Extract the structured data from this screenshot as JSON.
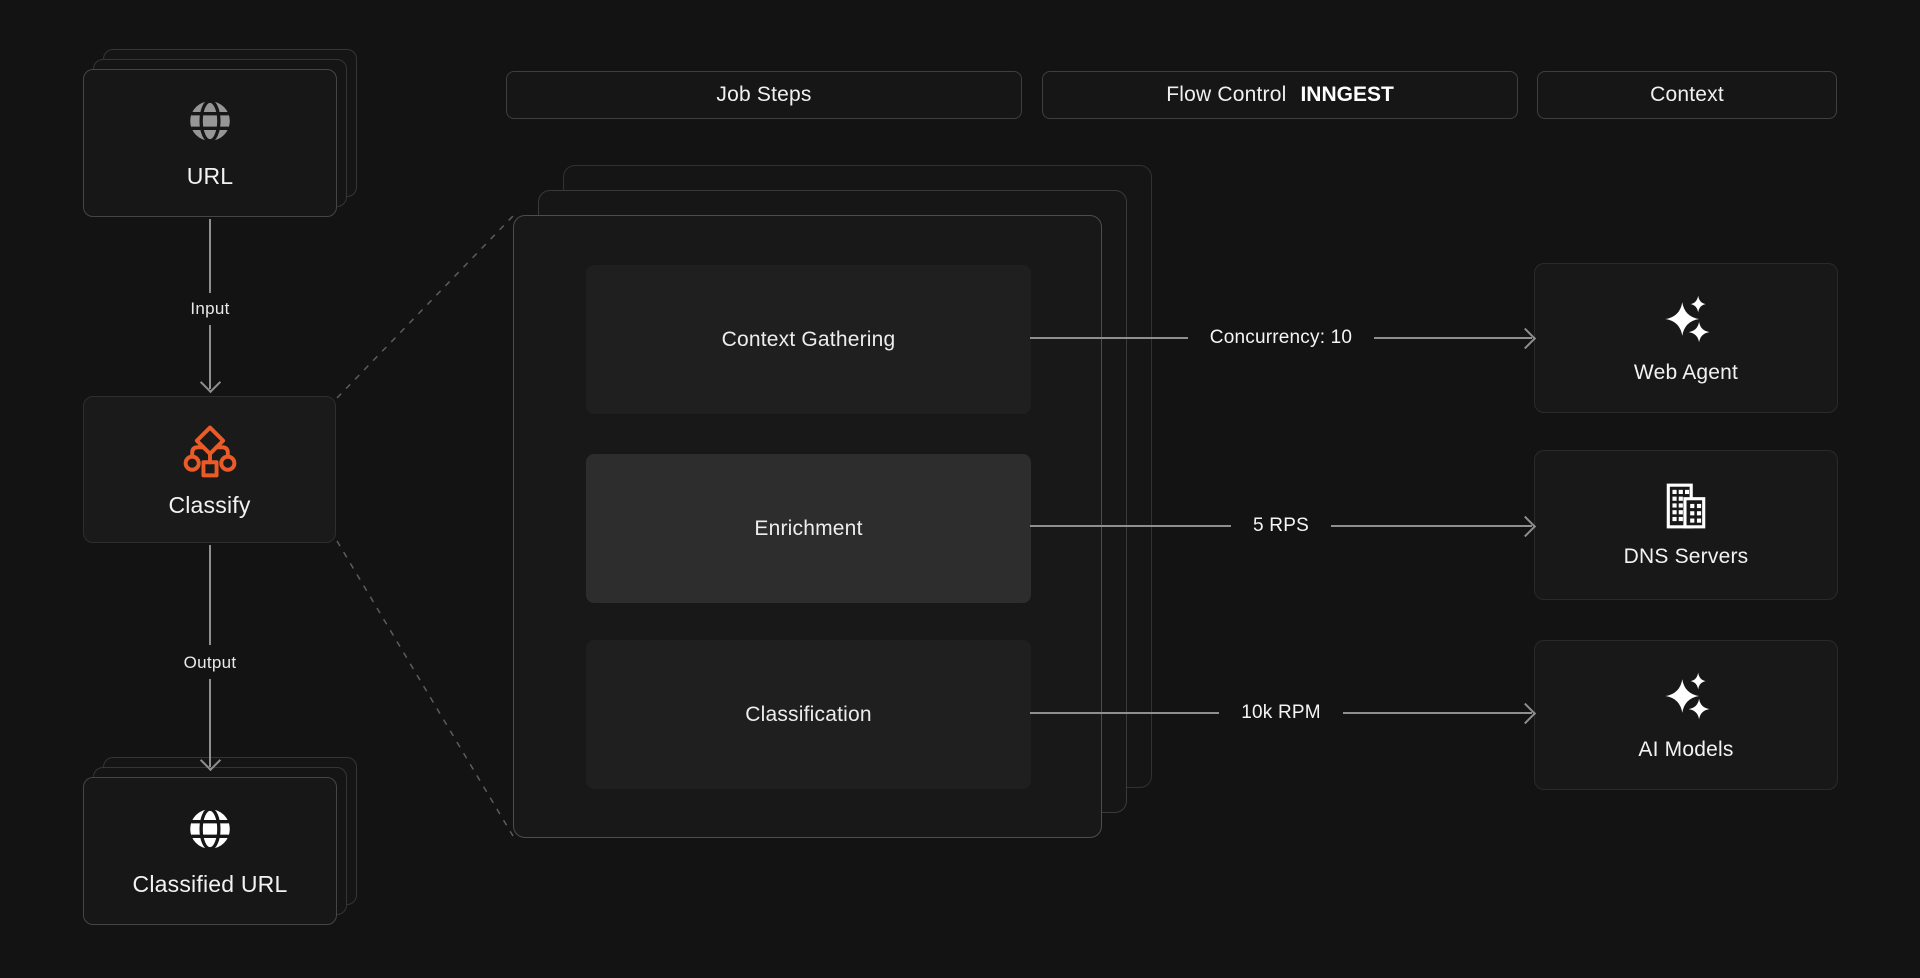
{
  "page": {
    "background": "#131313",
    "accent_orange": "#EB5B28",
    "arrow_gray": "#8f8f8f"
  },
  "headers": {
    "job_steps": "Job Steps",
    "flow_control": "Flow Control",
    "flow_control_brand": "INNGEST",
    "context": "Context"
  },
  "pipeline": {
    "source": {
      "label": "URL",
      "icon": "globe-icon"
    },
    "input_label": "Input",
    "classify": {
      "label": "Classify",
      "icon": "classify-tree-icon"
    },
    "output_label": "Output",
    "result": {
      "label": "Classified URL",
      "icon": "globe-icon"
    }
  },
  "job_steps": [
    {
      "label": "Context Gathering",
      "highlighted": false
    },
    {
      "label": "Enrichment",
      "highlighted": true
    },
    {
      "label": "Classification",
      "highlighted": false
    }
  ],
  "flow_control_labels": [
    "Concurrency: 10",
    "5 RPS",
    "10k RPM"
  ],
  "context_nodes": [
    {
      "label": "Web Agent",
      "icon": "sparkles-icon"
    },
    {
      "label": "DNS Servers",
      "icon": "building-icon"
    },
    {
      "label": "AI Models",
      "icon": "sparkles-icon"
    }
  ]
}
